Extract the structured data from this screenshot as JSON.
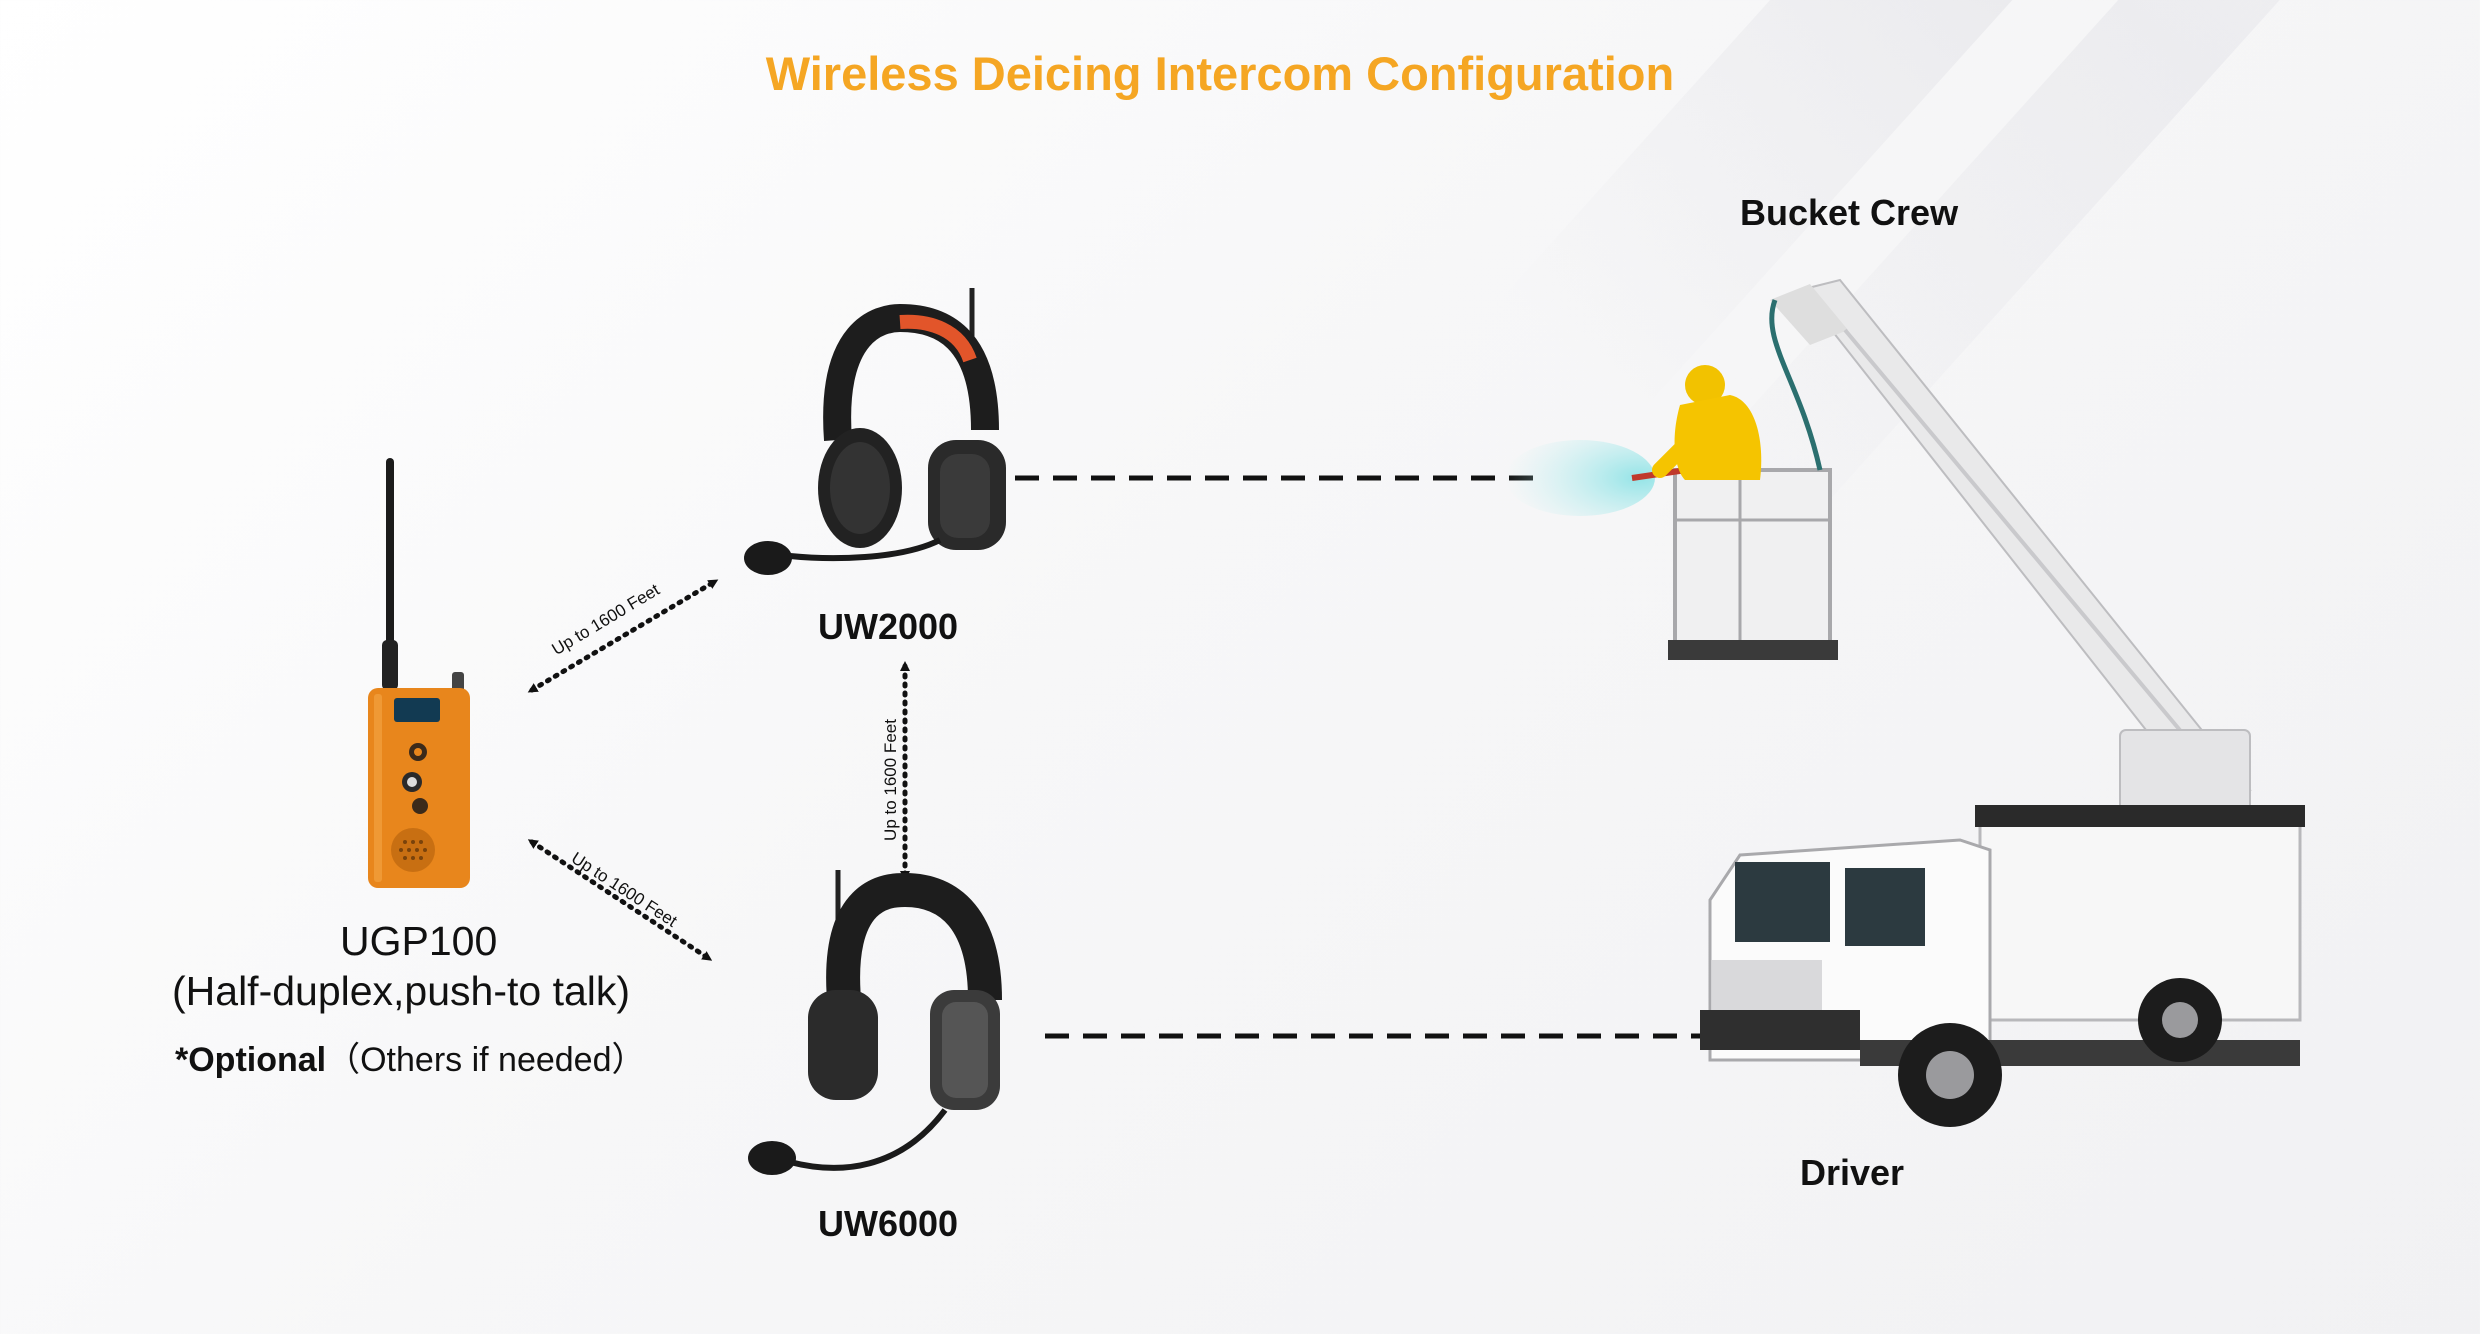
{
  "title": "Wireless Deicing Intercom Configuration",
  "colors": {
    "title": "#f5a623",
    "radio_body": "#e8861c",
    "headband_accent": "#e2552a",
    "truck": "#ffffff"
  },
  "devices": {
    "ugp100": {
      "name": "UGP100",
      "description": "(Half-duplex,push-to talk)",
      "optional_label": "*Optional",
      "optional_note": "（Others if needed）",
      "icon": "walkie-talkie-icon"
    },
    "uw2000": {
      "name": "UW2000",
      "icon": "headset-icon"
    },
    "uw6000": {
      "name": "UW6000",
      "icon": "headset-icon"
    }
  },
  "roles": {
    "bucket_crew": {
      "label": "Bucket Crew",
      "icon": "deicing-worker-icon"
    },
    "driver": {
      "label": "Driver",
      "icon": "deicing-truck-icon"
    }
  },
  "links": {
    "ugp_to_uw2000": "Up to 1600 Feet",
    "ugp_to_uw6000": "Up to 1600 Feet",
    "uw2000_to_uw6000": "Up to 1600 Feet"
  }
}
